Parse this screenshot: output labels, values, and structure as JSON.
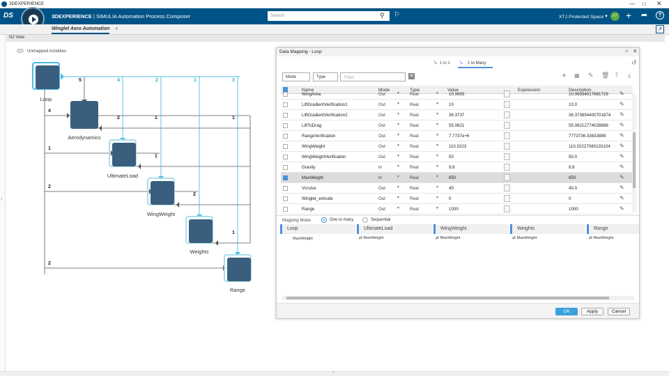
{
  "titlebar": {
    "title": "3DEXPERIENCE"
  },
  "appbar": {
    "brand_bold": "3DEXPERIENCE",
    "brand_rest": " | SIMULIA Automation Process Composer",
    "search_placeholder": "Search",
    "space_label": "XTJ Protected Space",
    "avatar_initials": "XT"
  },
  "tabbar": {
    "tab_label": "Winglet Aero Automation",
    "add_label": "+"
  },
  "panel": {
    "title": "N2 View",
    "toggle_label": "Unmapped Activities"
  },
  "diagram": {
    "nodes": [
      {
        "label": "Loop"
      },
      {
        "label": "Aerodynamics"
      },
      {
        "label": "UltimateLoad"
      },
      {
        "label": "WingWeight"
      },
      {
        "label": "Weights"
      },
      {
        "label": "Range"
      }
    ],
    "top_numbers": [
      "5",
      "4",
      "2",
      "1",
      "3"
    ],
    "row_numbers": {
      "loop_in": "4",
      "aero_out2": "2",
      "aero_out1": "1",
      "aero_r": "1",
      "ult_in": "1",
      "ult_r": "1",
      "ww_in": "2",
      "ww_r": "2",
      "wts_r": "1",
      "rng_in": "2"
    }
  },
  "dialog": {
    "title": "Data Mapping - Loop",
    "tab1": "1 to 1",
    "tab2": "1 to Many",
    "filters": {
      "mode": "Mode",
      "type": "Type",
      "filter_placeholder": "Filter"
    },
    "columns": [
      "Name",
      "Mode",
      "Type",
      "Value",
      "Expression",
      "Description"
    ],
    "rows": [
      {
        "name": "WingArea",
        "mode": "Out",
        "type": "Real",
        "value": "10.0693",
        "desc": "10.06934017681729"
      },
      {
        "name": "LiftGradientVerification1",
        "mode": "Out",
        "type": "Real",
        "value": "10",
        "desc": "10.0"
      },
      {
        "name": "LiftGradientVerification2",
        "mode": "Out",
        "type": "Real",
        "value": "36.3737",
        "desc": "36.373654400701874"
      },
      {
        "name": "LiftToDrag",
        "mode": "Out",
        "type": "Real",
        "value": "55.0621",
        "desc": "55.06212774028688"
      },
      {
        "name": "RangeVerification",
        "mode": "Out",
        "type": "Real",
        "value": "7.7737e+6",
        "desc": "7773736.33633889"
      },
      {
        "name": "WingWeight",
        "mode": "Out",
        "type": "Real",
        "value": "110.0223",
        "desc": "110.02227080133104"
      },
      {
        "name": "WingWeightVerification",
        "mode": "Out",
        "type": "Real",
        "value": "50",
        "desc": "50.0"
      },
      {
        "name": "Gravity",
        "mode": "In",
        "type": "Real",
        "value": "9.8",
        "desc": "9.8"
      },
      {
        "name": "MaxWeight",
        "mode": "In",
        "type": "Real",
        "value": "850",
        "desc": "850",
        "selected": true
      },
      {
        "name": "Vcruise",
        "mode": "Out",
        "type": "Real",
        "value": "40",
        "desc": "40.0"
      },
      {
        "name": "Winglet_extrude",
        "mode": "Out",
        "type": "Real",
        "value": "0",
        "desc": "0"
      },
      {
        "name": "Range",
        "mode": "Out",
        "type": "Real",
        "value": "1000",
        "desc": "1000"
      }
    ],
    "mapping_mode_label": "Mapping Mode",
    "radio_one_to_many": "One to many",
    "radio_sequential": "Sequential",
    "map_columns": [
      "Loop",
      "UltimateLoad",
      "WingWeight",
      "Weights",
      "Range"
    ],
    "map_values": [
      "MaxWeight",
      "MaxWeight",
      "MaxWeight",
      "MaxWeight",
      "MaxWeight"
    ],
    "buttons": {
      "ok": "OK",
      "apply": "Apply",
      "cancel": "Cancel"
    }
  },
  "colors": {
    "appbar": "#005386",
    "accent": "#4db8e8",
    "node": "#3a5f7e",
    "ok_button": "#3aa0db"
  }
}
